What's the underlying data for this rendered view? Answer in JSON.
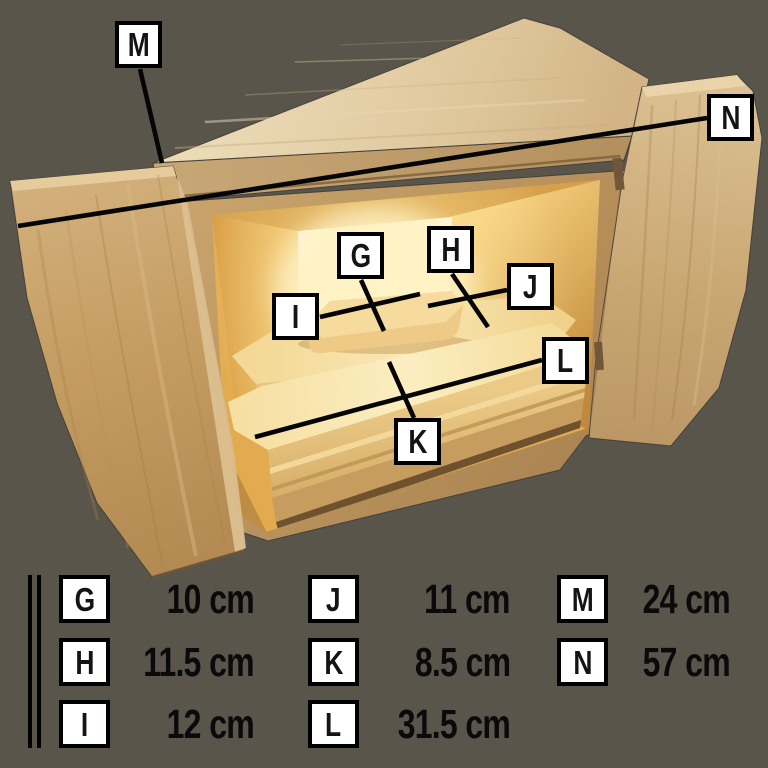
{
  "diagram": {
    "labels": {
      "g": "G",
      "h": "H",
      "i": "I",
      "j": "J",
      "k": "K",
      "l": "L",
      "m": "M",
      "n": "N"
    }
  },
  "legend": {
    "columns": [
      {
        "items": [
          {
            "letter": "G",
            "value": "10",
            "unit": "cm"
          },
          {
            "letter": "H",
            "value": "11.5",
            "unit": "cm"
          },
          {
            "letter": "I",
            "value": "12",
            "unit": "cm"
          }
        ]
      },
      {
        "items": [
          {
            "letter": "J",
            "value": "11",
            "unit": "cm"
          },
          {
            "letter": "K",
            "value": "8.5",
            "unit": "cm"
          },
          {
            "letter": "L",
            "value": "31.5",
            "unit": "cm"
          }
        ]
      },
      {
        "items": [
          {
            "letter": "M",
            "value": "24",
            "unit": "cm"
          },
          {
            "letter": "N",
            "value": "57",
            "unit": "cm"
          }
        ]
      }
    ]
  },
  "colors": {
    "background": "#59554B",
    "dimension_line": "#050505",
    "label_box_background": "#FFFFFF",
    "label_box_border": "#000000",
    "wood_light": "#E6D1A9",
    "wood_mid": "#C7A066",
    "wood_dark": "#A87F4C",
    "interior_glow": "#F0C067",
    "backlight_panel": "#FFFEF2"
  }
}
